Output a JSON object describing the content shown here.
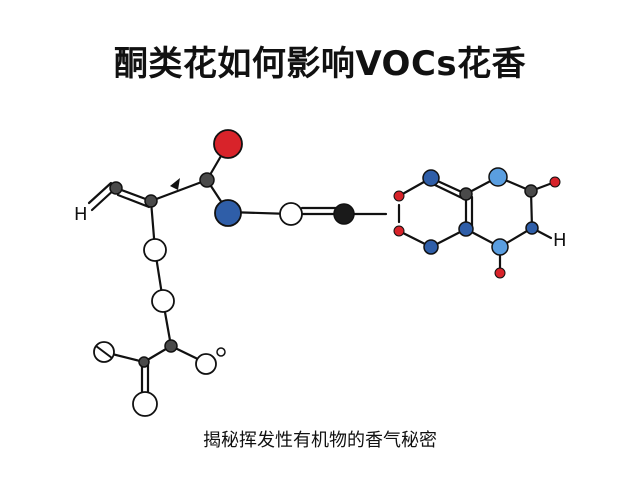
{
  "title": "酮类花如何影响VOCs花香",
  "subtitle": "揭秘挥发性有机物的香气秘密",
  "atom_labels": {
    "h_left": "H",
    "h_right": "H"
  },
  "colors": {
    "oxygen": "#d8232a",
    "nitrogen_dark": "#2f5ea8",
    "nitrogen_light": "#5a9ee0",
    "carbon": "#4a4a4a",
    "hydrogen": "#ffffff",
    "terminal": "#1a1a1a"
  }
}
